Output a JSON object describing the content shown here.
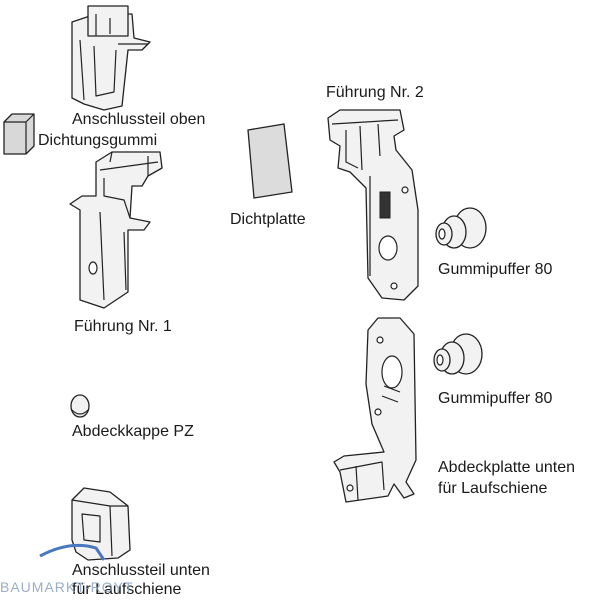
{
  "parts": [
    {
      "id": "anschlussteil-oben",
      "label": "Anschlussteil oben"
    },
    {
      "id": "dichtungsgummi",
      "label": "Dichtungsgummi"
    },
    {
      "id": "fuehrung-nr-1",
      "label": "Führung Nr. 1"
    },
    {
      "id": "dichtplatte",
      "label": "Dichtplatte"
    },
    {
      "id": "fuehrung-nr-2",
      "label": "Führung Nr. 2"
    },
    {
      "id": "gummipuffer-80-a",
      "label": "Gummipuffer 80"
    },
    {
      "id": "gummipuffer-80-b",
      "label": "Gummipuffer 80"
    },
    {
      "id": "abdeckkappe-pz",
      "label": "Abdeckkappe PZ"
    },
    {
      "id": "abdeckplatte-unten",
      "label": "Abdeckplatte unten",
      "label_line2": "für Laufschiene"
    },
    {
      "id": "anschlussteil-unten",
      "label": "Anschlussteil unten",
      "label_line2": "für Laufschiene"
    }
  ],
  "watermark": "BAUMARKT-ROYT",
  "colors": {
    "line": "#222222",
    "fill": "#f2f2f2",
    "watermark": "#8aa0bf"
  }
}
